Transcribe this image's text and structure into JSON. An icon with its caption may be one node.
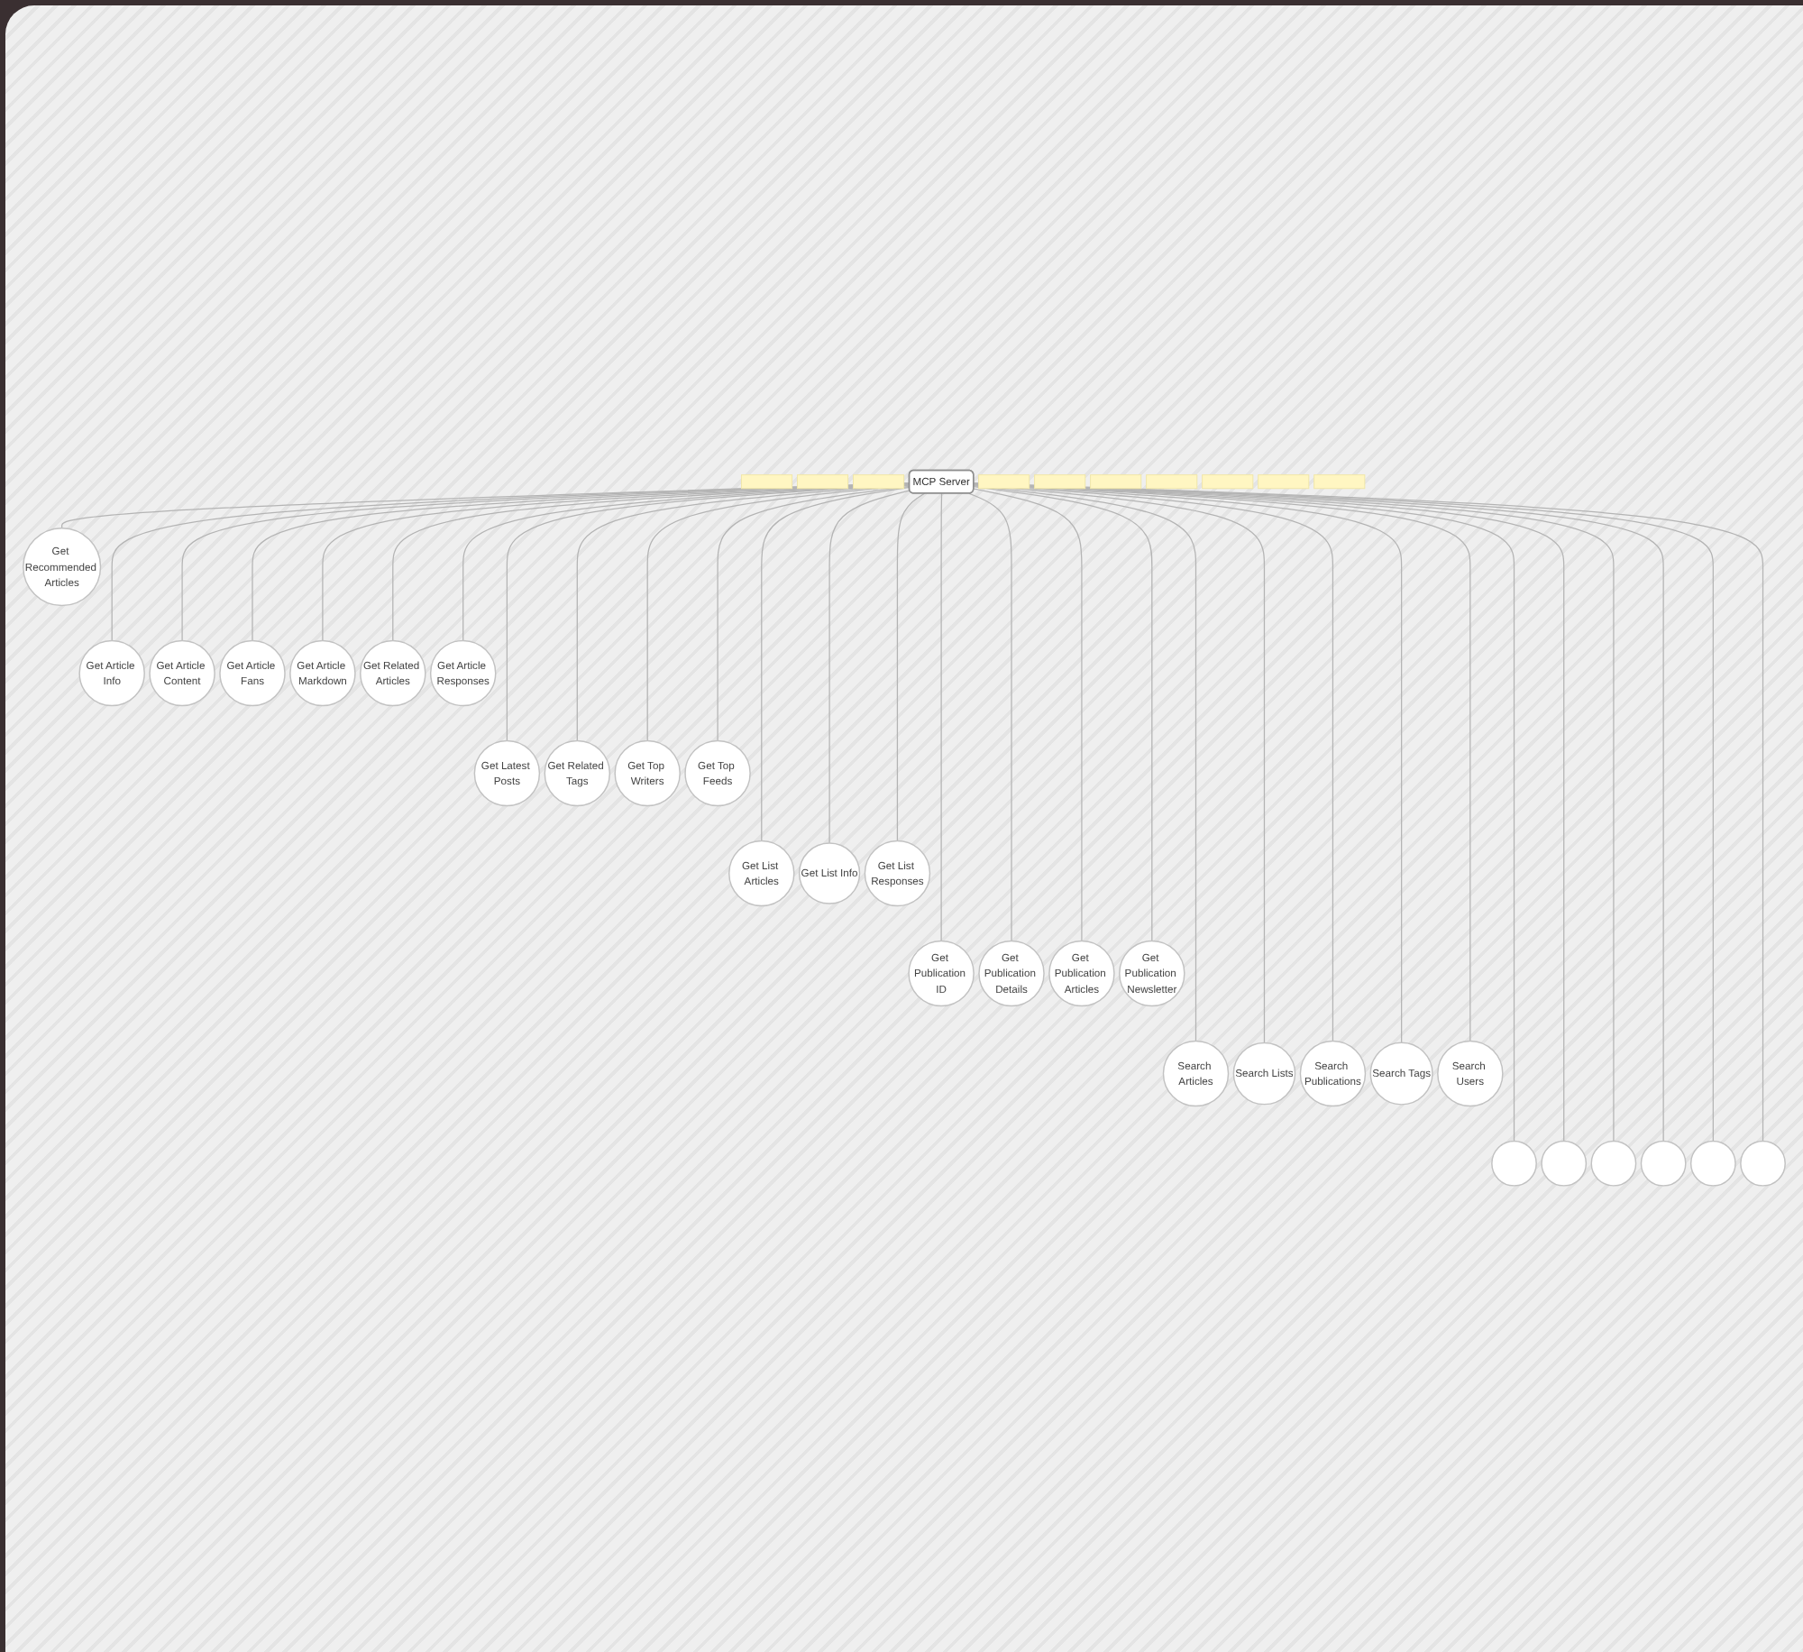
{
  "diagram": {
    "nodes": [
      {
        "text": [],
        "shape": "box"
      },
      {
        "text": [],
        "shape": "box"
      },
      {
        "text": [],
        "shape": "box"
      },
      {
        "text": [
          "MCP Server"
        ]
      },
      {
        "text": [],
        "shape": "box"
      },
      {
        "text": [
          "Get Recommended Articles"
        ]
      },
      {
        "text": [],
        "shape": "box"
      },
      {
        "text": [
          "Get Article Info"
        ]
      },
      {
        "text": [
          "Get Article Content"
        ]
      },
      {
        "text": [
          "Get Article Fans"
        ]
      },
      {
        "text": [
          "Get Article Markdown"
        ]
      },
      {
        "text": [
          "Get Related Articles"
        ]
      },
      {
        "text": [
          "Get Article Responses"
        ]
      },
      {
        "text": [],
        "shape": "box"
      },
      {
        "text": [
          "Get Latest Posts"
        ]
      },
      {
        "text": [
          "Get Related Tags"
        ]
      },
      {
        "text": [
          "Get Top Writers"
        ]
      },
      {
        "text": [
          "Get Top Feeds"
        ]
      },
      {
        "text": [],
        "shape": "box"
      },
      {
        "text": [
          "Get List Articles"
        ]
      },
      {
        "text": [
          "Get List Info"
        ]
      },
      {
        "text": [
          "Get List Responses"
        ]
      },
      {
        "text": [],
        "shape": "box"
      },
      {
        "text": [
          "Get Publication ID"
        ]
      },
      {
        "text": [
          "Get Publication Details"
        ]
      },
      {
        "text": [
          "Get Publication Articles"
        ]
      },
      {
        "text": [
          "Get Publication Newsletter"
        ]
      },
      {
        "text": [],
        "shape": "box"
      },
      {
        "text": [
          "Search Articles"
        ]
      },
      {
        "text": [
          "Search Lists"
        ]
      },
      {
        "text": [
          "Search Publications"
        ]
      },
      {
        "text": [
          "Search Tags"
        ]
      },
      {
        "text": [
          "Search Users"
        ]
      },
      {
        "text": [],
        "shape": "box"
      },
      {
        "text": [],
        "shape": "circle"
      },
      {
        "text": [],
        "shape": "circle"
      },
      {
        "text": [],
        "shape": "circle"
      },
      {
        "text": [],
        "shape": "circle"
      },
      {
        "text": [],
        "shape": "circle"
      },
      {
        "text": [],
        "shape": "circle"
      }
    ],
    "edges": [
      {
        "from": 3,
        "to": 5,
        "arrow": "none"
      },
      {
        "from": 3,
        "to": 7,
        "arrow": "none"
      },
      {
        "from": 3,
        "to": 8,
        "arrow": "none"
      },
      {
        "from": 3,
        "to": 9,
        "arrow": "none"
      },
      {
        "from": 3,
        "to": 10,
        "arrow": "none"
      },
      {
        "from": 3,
        "to": 11,
        "arrow": "none"
      },
      {
        "from": 3,
        "to": 12,
        "arrow": "none"
      },
      {
        "from": 3,
        "to": 14,
        "arrow": "none"
      },
      {
        "from": 3,
        "to": 15,
        "arrow": "none"
      },
      {
        "from": 3,
        "to": 16,
        "arrow": "none"
      },
      {
        "from": 3,
        "to": 17,
        "arrow": "none"
      },
      {
        "from": 3,
        "to": 19,
        "arrow": "none"
      },
      {
        "from": 3,
        "to": 20,
        "arrow": "none"
      },
      {
        "from": 3,
        "to": 21,
        "arrow": "none"
      },
      {
        "from": 3,
        "to": 23,
        "arrow": "none"
      },
      {
        "from": 3,
        "to": 24,
        "arrow": "none"
      },
      {
        "from": 3,
        "to": 25,
        "arrow": "none"
      },
      {
        "from": 3,
        "to": 26,
        "arrow": "none"
      },
      {
        "from": 3,
        "to": 28,
        "arrow": "none"
      },
      {
        "from": 3,
        "to": 29,
        "arrow": "none"
      },
      {
        "from": 3,
        "to": 30,
        "arrow": "none"
      },
      {
        "from": 3,
        "to": 31,
        "arrow": "none"
      },
      {
        "from": 3,
        "to": 32,
        "arrow": "none"
      },
      {
        "from": 3,
        "to": 34,
        "arrow": "none"
      },
      {
        "from": 3,
        "to": 35,
        "arrow": "none"
      },
      {
        "from": 3,
        "to": 36,
        "arrow": "none"
      },
      {
        "from": 3,
        "to": 37,
        "arrow": "none"
      },
      {
        "from": 3,
        "to": 38,
        "arrow": "none"
      },
      {
        "from": 3,
        "to": 39,
        "arrow": "none"
      }
    ]
  }
}
